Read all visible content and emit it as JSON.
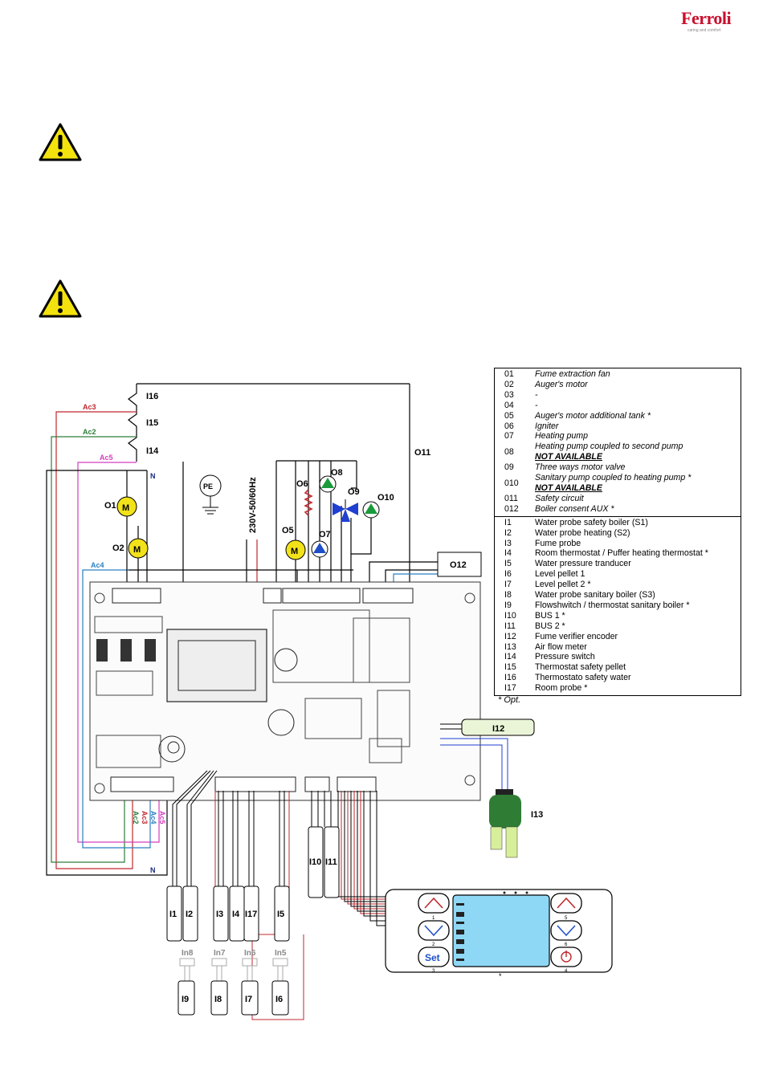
{
  "brand": {
    "name": "Ferroli",
    "tagline": "caring and comfort"
  },
  "legend": {
    "outputs": [
      {
        "code": "01",
        "desc": "Fume extraction fan",
        "style": "it"
      },
      {
        "code": "02",
        "desc": "Auger's motor",
        "style": "it"
      },
      {
        "code": "03",
        "desc": "-",
        "style": "it"
      },
      {
        "code": "04",
        "desc": "-",
        "style": "it"
      },
      {
        "code": "05",
        "desc": "Auger's motor additional tank *",
        "style": "it"
      },
      {
        "code": "06",
        "desc": "Igniter",
        "style": "it"
      },
      {
        "code": "07",
        "desc": "Heating pump",
        "style": "it"
      },
      {
        "code": "08",
        "desc": "Heating pump coupled to second pump",
        "note": "NOT AVAILABLE",
        "style": "it"
      },
      {
        "code": "09",
        "desc": "Three ways motor valve",
        "style": "it"
      },
      {
        "code": "010",
        "desc": "Sanitary pump coupled to heating pump *",
        "note": "NOT AVAILABLE",
        "style": "it"
      },
      {
        "code": "011",
        "desc": "Safety circuit",
        "style": "it"
      },
      {
        "code": "012",
        "desc": "Boiler consent AUX *",
        "style": "it"
      }
    ],
    "inputs": [
      {
        "code": "I1",
        "desc": "Water probe safety boiler (S1)"
      },
      {
        "code": "I2",
        "desc": "Water probe heating (S2)"
      },
      {
        "code": "I3",
        "desc": "Fume probe"
      },
      {
        "code": "I4",
        "desc": "Room thermostat / Puffer heating thermostat *"
      },
      {
        "code": "I5",
        "desc": "Water pressure tranducer"
      },
      {
        "code": "I6",
        "desc": "Level pellet 1"
      },
      {
        "code": "I7",
        "desc": "Level pellet 2 *"
      },
      {
        "code": "I8",
        "desc": "Water probe sanitary boiler (S3)"
      },
      {
        "code": "I9",
        "desc": "Flowshwitch / thermostat sanitary boiler *"
      },
      {
        "code": "I10",
        "desc": "BUS 1 *"
      },
      {
        "code": "I11",
        "desc": "BUS 2 *"
      },
      {
        "code": "I12",
        "desc": "Fume verifier encoder"
      },
      {
        "code": "I13",
        "desc": "Air flow meter"
      },
      {
        "code": "I14",
        "desc": "Pressure switch"
      },
      {
        "code": "I15",
        "desc": "Thermostat safety pellet"
      },
      {
        "code": "I16",
        "desc": "Thermostato safety water"
      },
      {
        "code": "I17",
        "desc": "Room probe *"
      }
    ],
    "footnote": "* Opt."
  },
  "diagram": {
    "switch_labels": [
      "I16",
      "I15",
      "I14"
    ],
    "wire_labels": [
      "Ac3",
      "Ac2",
      "Ac5",
      "Ac4"
    ],
    "bottom_wire_labels": [
      "Ac2",
      "Ac3",
      "Ac4",
      "Ac5"
    ],
    "neutral": "N",
    "pe": "PE",
    "supply": "230V-50/60Hz",
    "motors": [
      "O1",
      "O2",
      "O5"
    ],
    "outputs": [
      "O6",
      "O7",
      "O8",
      "O9",
      "O10",
      "O11",
      "O12"
    ],
    "motor_symbol": "M",
    "probes_row1": [
      "I1",
      "I2",
      "I3",
      "I4",
      "I17",
      "I5"
    ],
    "bus_probes": [
      "I10",
      "I11"
    ],
    "level_connectors": [
      "In8",
      "In7",
      "In6",
      "In5"
    ],
    "probes_row2": [
      "I9",
      "I8",
      "I7",
      "I6"
    ],
    "encoder": "I12",
    "airflow": "I13",
    "set_key": "Set",
    "display_star": "*",
    "key_numbers": [
      "1",
      "2",
      "3",
      "4",
      "5",
      "6"
    ]
  },
  "colors": {
    "ac3": "#c0282d",
    "ac2": "#2e7d3a",
    "ac5": "#d43dbd",
    "ac4": "#2a7fc0",
    "pump_green": "#1a9a3a",
    "pump_blue": "#1f4fc8",
    "valve_blue": "#1f3fd0",
    "motor_yellow": "#f2e21a",
    "airflow_green": "#2f7d35",
    "display_lcd": "#8fd8f5",
    "wire_red": "#c0282d"
  }
}
